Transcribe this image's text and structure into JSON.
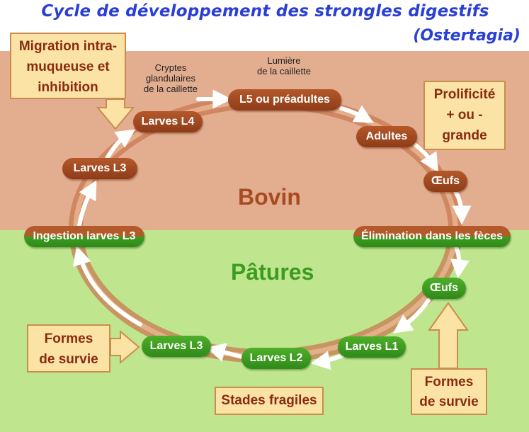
{
  "title": "Cycle de développement des strongles digestifs",
  "subtitle": "(Ostertagia)",
  "zones": {
    "bovin": "Bovin",
    "patures": "Pâtures"
  },
  "labels": {
    "cryptes": [
      "Cryptes",
      "glandulaires",
      "de la caillette"
    ],
    "lumiere": [
      "Lumière",
      "de la caillette"
    ]
  },
  "boxes": {
    "migration": [
      "Migration intra-",
      "muqueuse et",
      "inhibition"
    ],
    "prolificite": [
      "Prolificité",
      "+ ou -",
      "grande"
    ],
    "formes_left": [
      "Formes",
      "de survie"
    ],
    "formes_right": [
      "Formes",
      "de survie"
    ],
    "stades": "Stades fragiles"
  },
  "stages": {
    "larves_l4": "Larves L4",
    "l5": "L5 ou préadultes",
    "adultes": "Adultes",
    "oeufs_bovin": "Œufs",
    "elimination": "Élimination dans les fèces",
    "oeufs_pature": "Œufs",
    "larves_l1": "Larves L1",
    "larves_l2": "Larves L2",
    "larves_l3_pature": "Larves L3",
    "ingestion": "Ingestion larves L3",
    "larves_l3_bovin": "Larves L3"
  },
  "colors": {
    "bovin_bg": "#e3ad8f",
    "pature_bg": "#bfe58f",
    "brown_stage": "#a34a20",
    "green_stage": "#3c9c20",
    "title": "#2a3fd6"
  }
}
